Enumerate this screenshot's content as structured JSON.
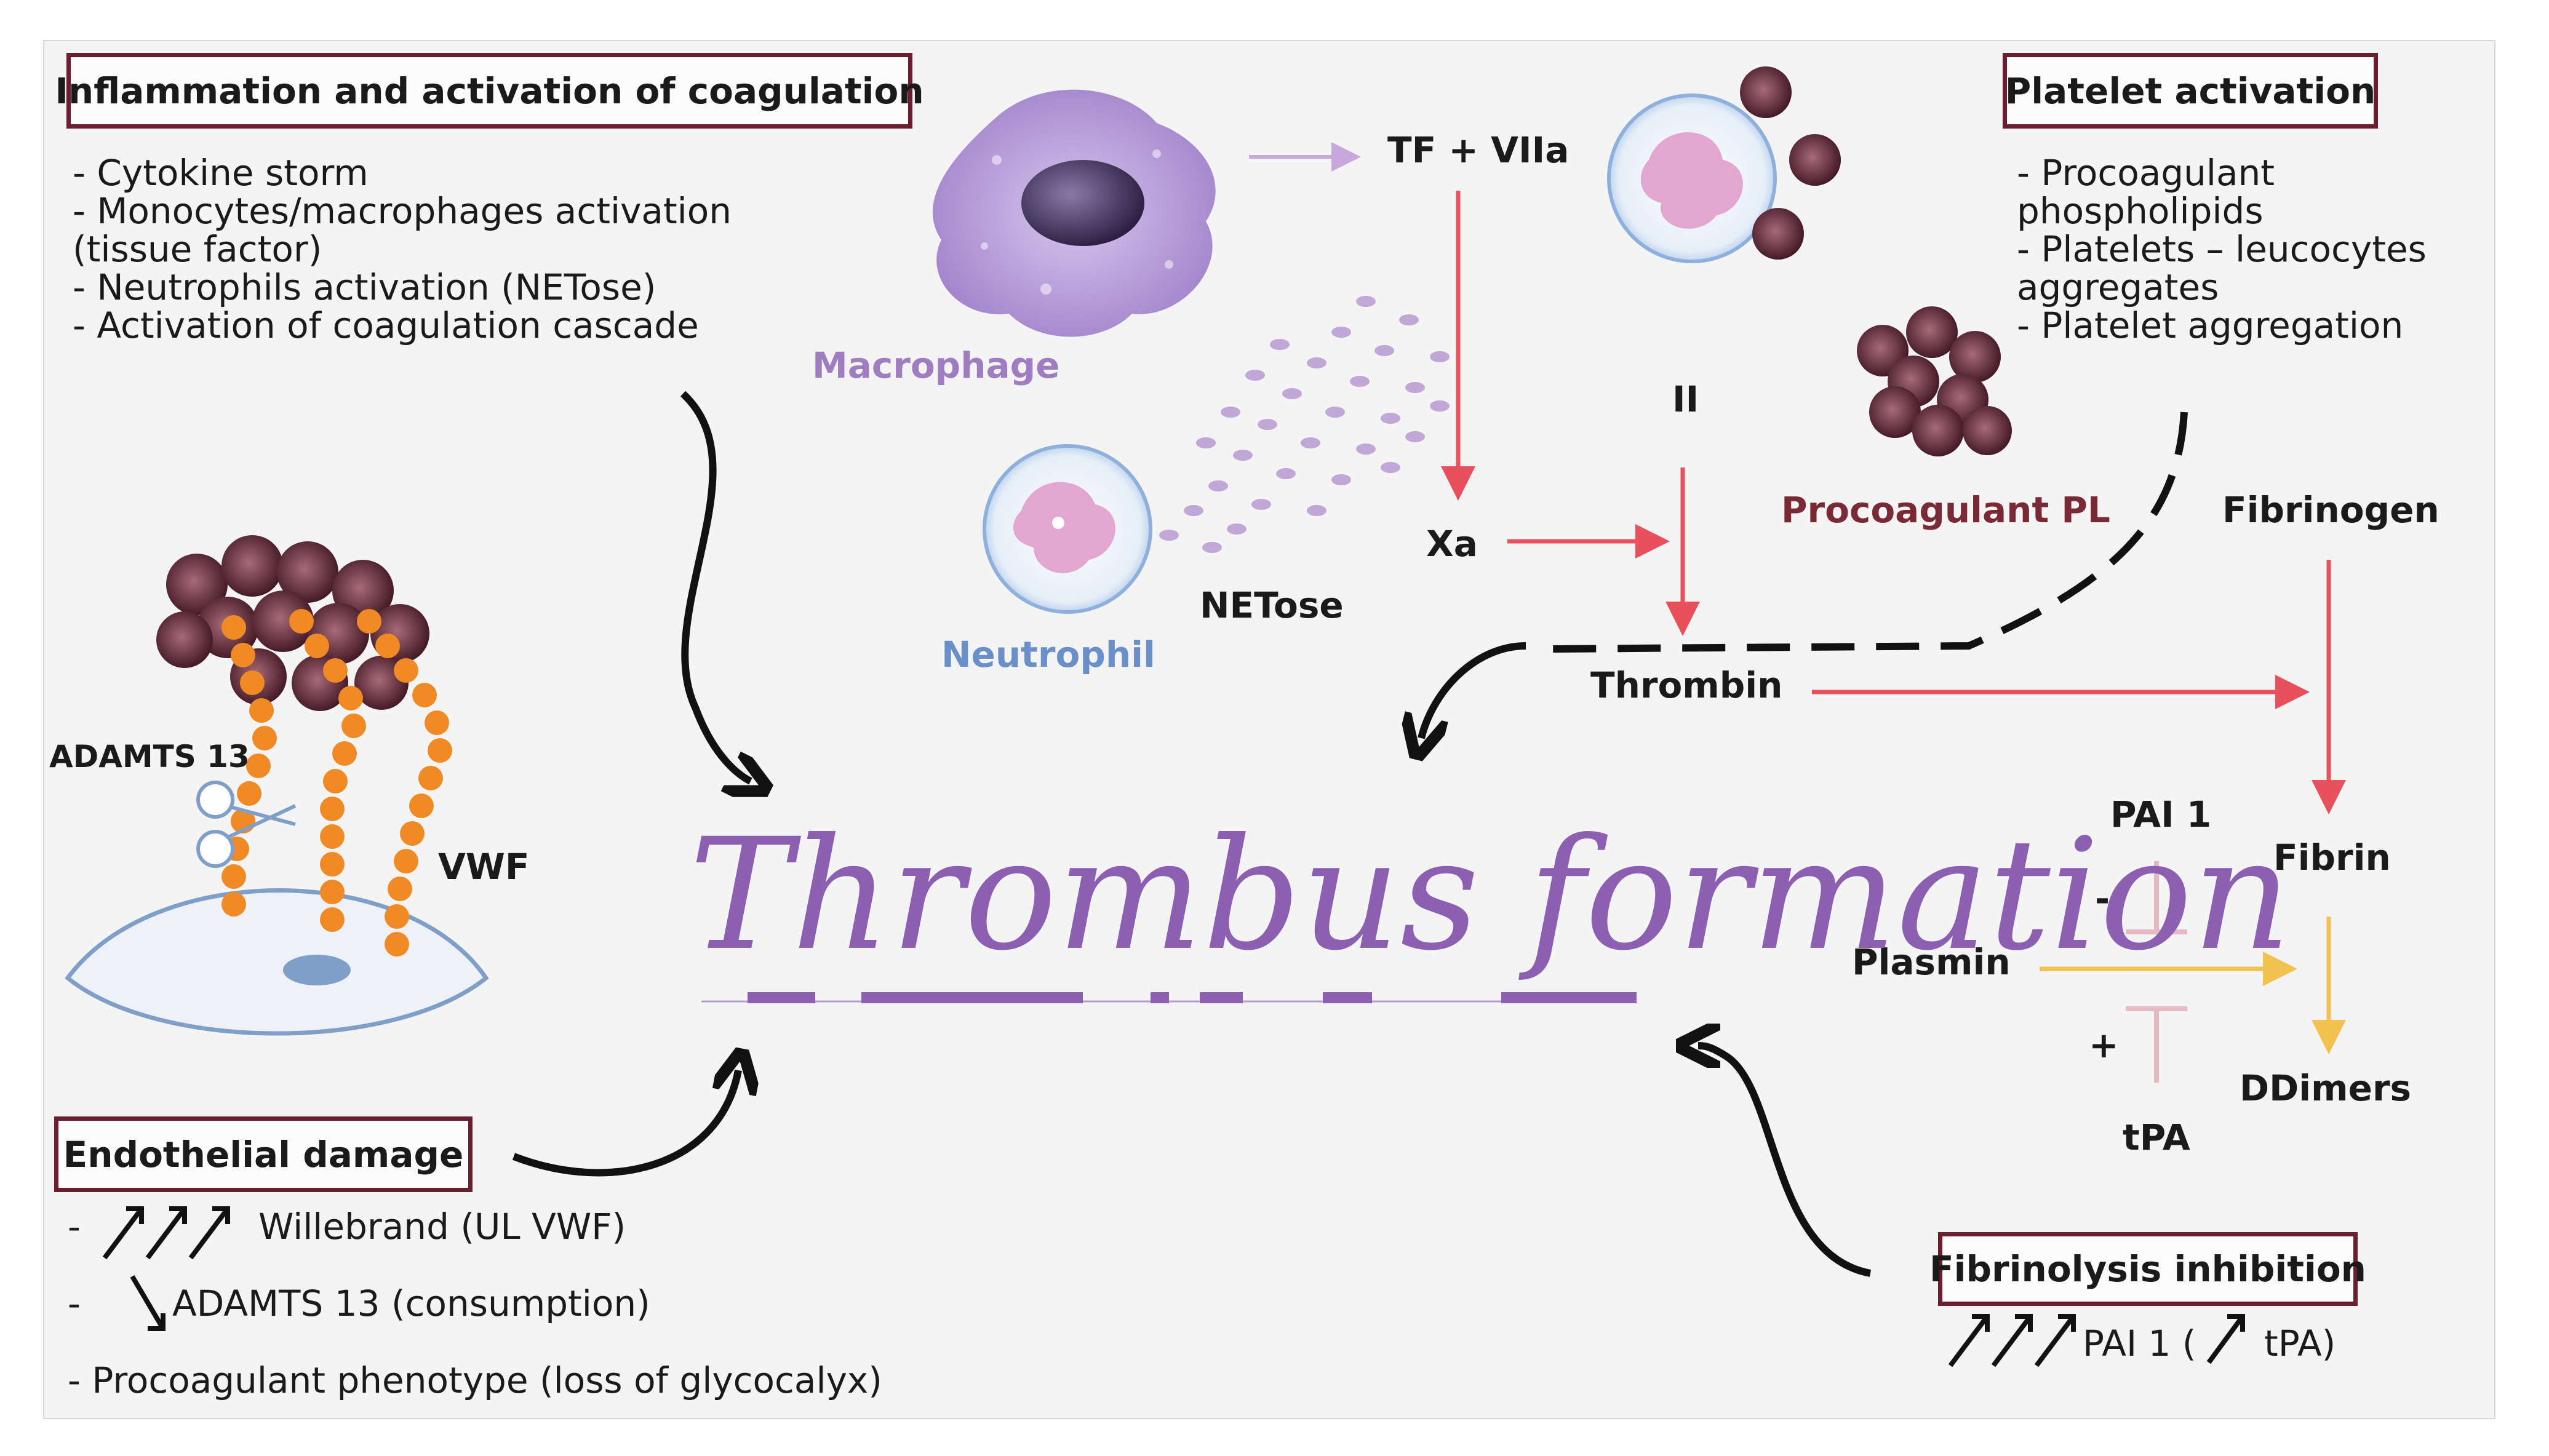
{
  "colors": {
    "box_border": "#6b1e2e",
    "red_arrow": "#e8505b",
    "yellow_arrow": "#f2c14e",
    "pink_inhibit": "#e6b8c2",
    "purple_title": "#8c5fb3",
    "vwf_orange": "#f08a24"
  },
  "title": "Thrombus formation",
  "inflammation": {
    "heading": "Inflammation and activation of coagulation",
    "items": [
      "- Cytokine storm",
      "- Monocytes/macrophages activation",
      "(tissue factor)",
      "- Neutrophils activation (NETose)",
      "- Activation of coagulation cascade"
    ]
  },
  "platelet": {
    "heading": "Platelet activation",
    "items": [
      "- Procoagulant",
      "phospholipids",
      "- Platelets – leucocytes",
      "aggregates",
      "- Platelet aggregation"
    ]
  },
  "endothelial": {
    "heading": "Endothelial damage",
    "item1": "Willebrand (UL VWF)",
    "item2": "ADAMTS 13 (consumption)",
    "item3": "- Procoagulant phenotype (loss of glycocalyx)",
    "dash": "-"
  },
  "fibrinolysis": {
    "heading": "Fibrinolysis inhibition",
    "line": "PAI 1 (",
    "tpa": "tPA)"
  },
  "cells": {
    "macrophage": "Macrophage",
    "neutrophil": "Neutrophil",
    "netose": "NETose",
    "procoagulant_pl": "Procoagulant PL",
    "adamts": "ADAMTS 13",
    "vwf": "VWF"
  },
  "cascade": {
    "tf": "TF + VIIa",
    "xa": "Xa",
    "ii": "II",
    "thrombin": "Thrombin",
    "fibrinogen": "Fibrinogen",
    "fibrin": "Fibrin",
    "pai1": "PAI 1",
    "minus": "-",
    "plasmin": "Plasmin",
    "plus": "+",
    "tpa": "tPA",
    "ddimers": "DDimers"
  }
}
